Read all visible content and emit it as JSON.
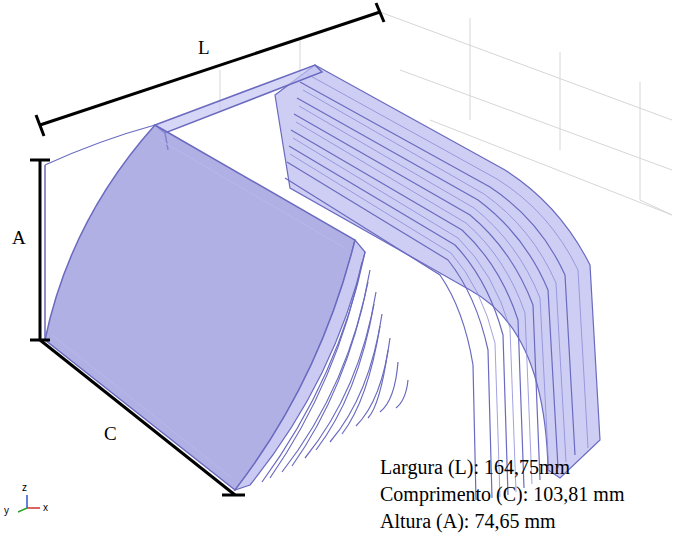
{
  "diagram": {
    "labels": [
      "L",
      "A",
      "C",
      "Largura (L): 164,75mm",
      "Comprimento (C): 103,81 mm",
      "Altura (A): 74,65 mm",
      "y",
      "z",
      "x"
    ]
  }
}
